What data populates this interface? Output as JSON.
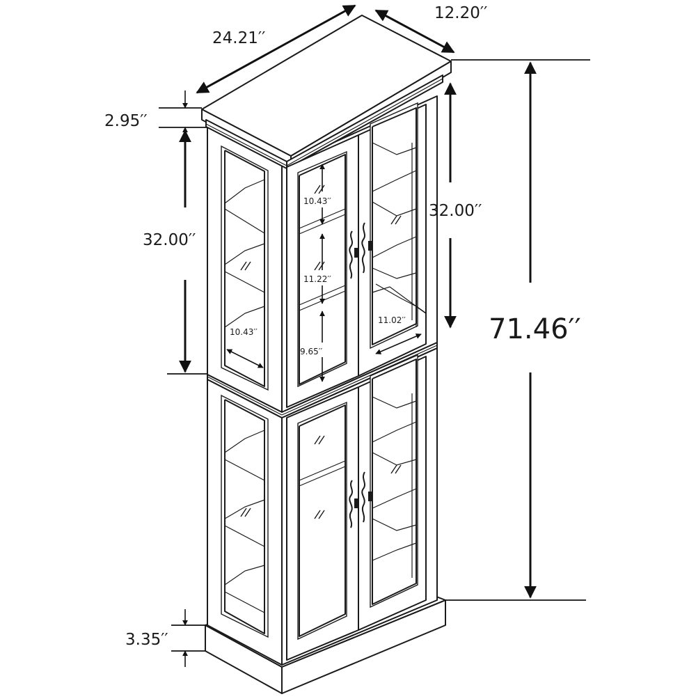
{
  "dimensions": {
    "width": "24.21′′",
    "depth": "12.20′′",
    "crown_height": "2.95′′",
    "upper_height_left": "32.00′′",
    "upper_height_right": "32.00′′",
    "total_height": "71.46′′",
    "base_height": "3.35′′",
    "shelf_top_gap": "10.43′′",
    "shelf_mid_gap": "11.22′′",
    "shelf_bottom_gap": "9.65′′",
    "shelf_depth_left": "10.43′′",
    "shelf_depth_right": "11.02′′"
  }
}
